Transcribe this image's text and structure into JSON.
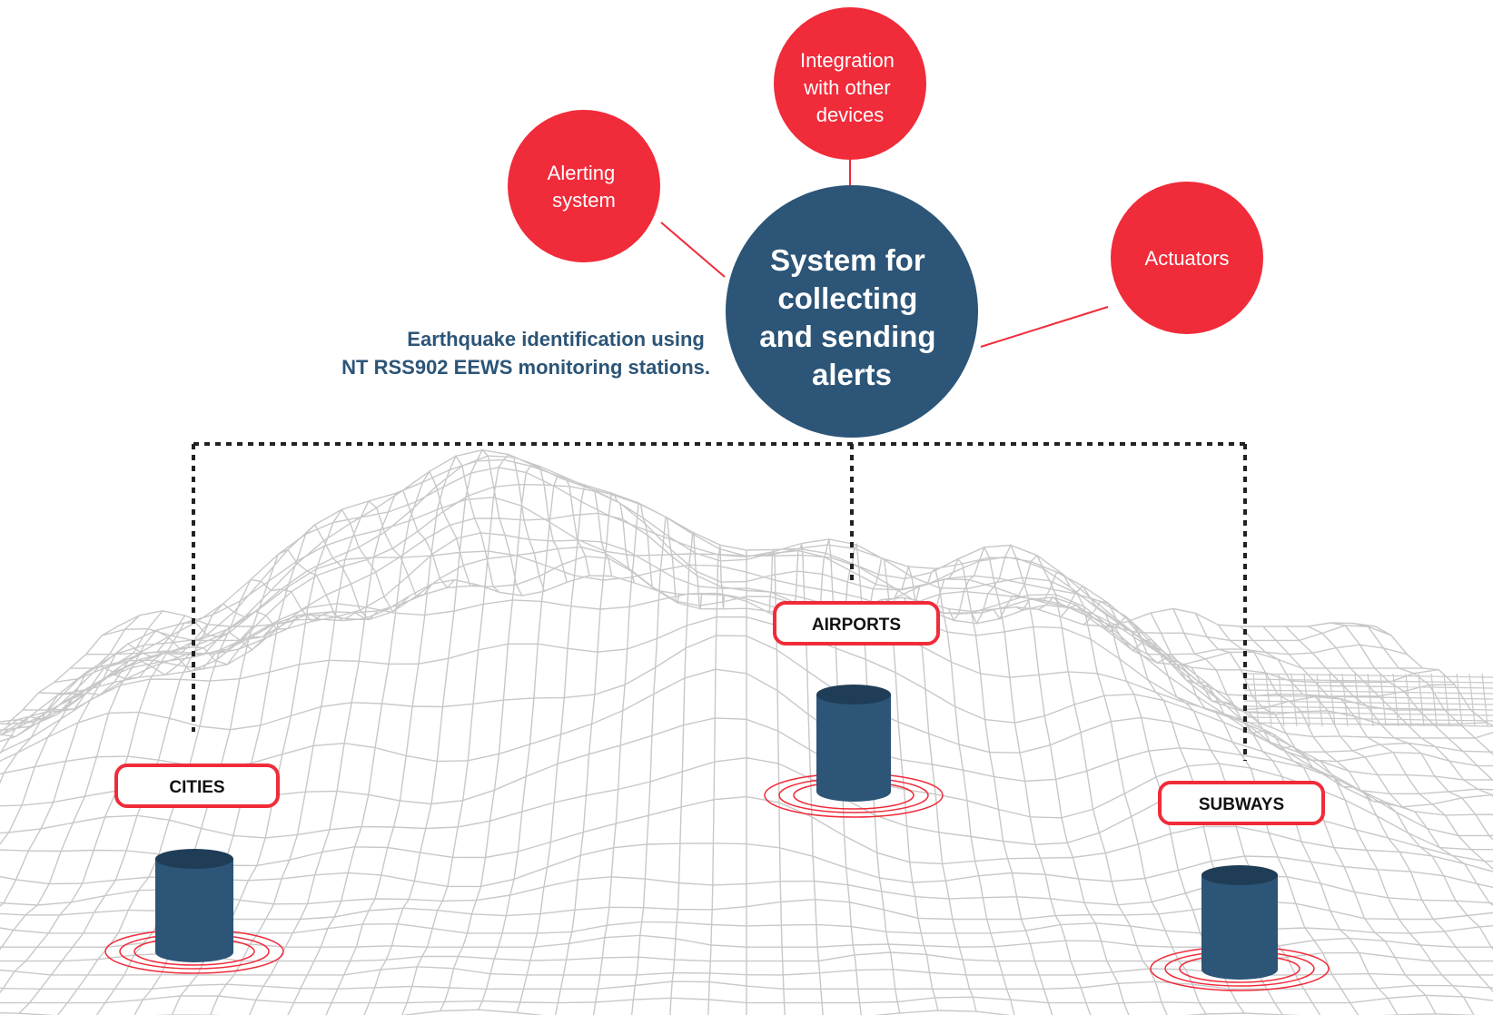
{
  "center_node": {
    "lines": [
      "System for",
      "collecting",
      "and sending",
      "alerts"
    ]
  },
  "red_nodes": [
    {
      "id": "alerting",
      "lines": [
        "Alerting",
        "system"
      ]
    },
    {
      "id": "integration",
      "lines": [
        "Integration",
        "with other",
        "devices"
      ]
    },
    {
      "id": "actuators",
      "lines": [
        "Actuators"
      ]
    }
  ],
  "caption": {
    "lines": [
      "Earthquake identification using",
      "NT RSS902 EEWS monitoring stations."
    ]
  },
  "stations": [
    {
      "id": "cities",
      "label": "CITIES"
    },
    {
      "id": "airports",
      "label": "AIRPORTS"
    },
    {
      "id": "subways",
      "label": "SUBWAYS"
    }
  ],
  "colors": {
    "red": "#f02b3a",
    "navy": "#2c5577",
    "navy_top": "#1f3d57",
    "mesh": "#c8c8c8",
    "dots": "#222222"
  }
}
